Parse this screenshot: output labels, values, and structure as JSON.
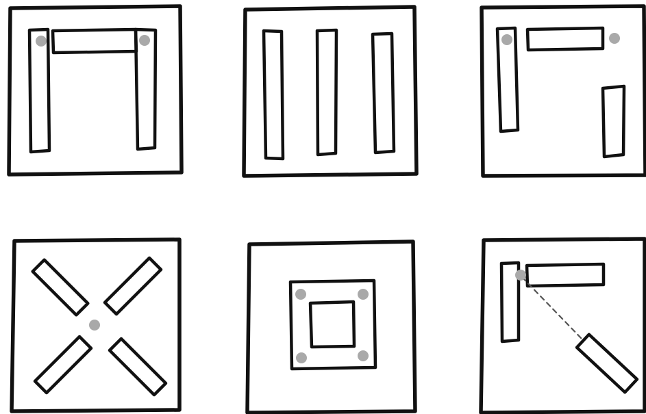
{
  "diagram": {
    "panels": [
      {
        "id": "panel-1",
        "pattern": "u-frame-with-top-beam",
        "joint_markers": 2
      },
      {
        "id": "panel-2",
        "pattern": "three-parallel-walls",
        "joint_markers": 0
      },
      {
        "id": "panel-3",
        "pattern": "l-corner-with-separate-wall",
        "joint_markers": 2
      },
      {
        "id": "panel-4",
        "pattern": "x-cross-radial-walls",
        "joint_markers": 1
      },
      {
        "id": "panel-5",
        "pattern": "nested-square-frame",
        "joint_markers": 4
      },
      {
        "id": "panel-6",
        "pattern": "l-corner-with-dashed-diagonal",
        "joint_markers": 1
      }
    ],
    "colors": {
      "stroke": "#111111",
      "joint_marker": "#a9a9a9",
      "dashed_line": "#555555",
      "background": "#ffffff"
    }
  }
}
